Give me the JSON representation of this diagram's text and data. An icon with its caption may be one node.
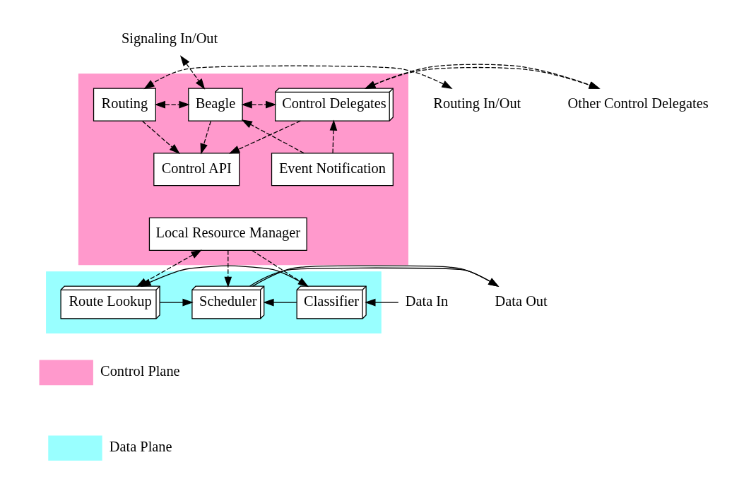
{
  "diagram": {
    "nodes": [
      {
        "text": [],
        "shape": "box"
      },
      {
        "text": [],
        "shape": "box"
      },
      {
        "text": [
          "Routing In/Out"
        ]
      },
      {
        "text": [
          "Signaling In/Out"
        ]
      },
      {
        "text": [
          "Other Control Delegates"
        ]
      },
      {
        "text": [
          "Routing"
        ],
        "in": 0
      },
      {
        "text": [
          "Beagle"
        ],
        "in": 0
      },
      {
        "text": [
          "Control Delegates"
        ],
        "in": 0
      },
      {
        "text": [
          "Control API"
        ],
        "in": 0
      },
      {
        "text": [
          "Event Notification"
        ],
        "in": 0
      },
      {
        "text": [
          "Local Resource Manager"
        ],
        "in": 0
      },
      {
        "text": [
          "Classifier"
        ],
        "in": 1
      },
      {
        "text": [
          "Route Lookup"
        ],
        "in": 1
      },
      {
        "text": [
          "Scheduler"
        ],
        "in": 1
      },
      {
        "text": [
          "Data In"
        ]
      },
      {
        "text": [
          "Data Out"
        ]
      }
    ],
    "edges": [
      {
        "from": 2,
        "to": 5,
        "arrow": "both",
        "style": "dashed"
      },
      {
        "from": 5,
        "to": 6,
        "arrow": "both",
        "style": "dashed"
      },
      {
        "from": 6,
        "to": 7,
        "arrow": "both",
        "style": "dashed"
      },
      {
        "from": 7,
        "to": 4,
        "arrow": "both",
        "style": "dashed"
      },
      {
        "from": 3,
        "to": 6,
        "arrow": "both",
        "style": "dashed"
      },
      {
        "from": 5,
        "to": 8,
        "arrow": "to",
        "style": "dashed"
      },
      {
        "from": 6,
        "to": 8,
        "arrow": "to",
        "style": "dashed"
      },
      {
        "from": 7,
        "to": 8,
        "arrow": "to",
        "style": "dashed"
      },
      {
        "from": 9,
        "to": 6,
        "arrow": "to",
        "style": "dashed"
      },
      {
        "from": 9,
        "to": 7,
        "arrow": "to",
        "style": "dashed"
      },
      {
        "from": 10,
        "to": 11,
        "arrow": "to",
        "style": "dashed"
      },
      {
        "from": 10,
        "to": 12,
        "arrow": "both",
        "style": "dashed"
      },
      {
        "from": 10,
        "to": 13,
        "arrow": "to",
        "style": "dashed"
      },
      {
        "from": 14,
        "to": 11,
        "arrow": "to"
      },
      {
        "from": 11,
        "to": 13,
        "arrow": "to"
      },
      {
        "from": 11,
        "to": 12,
        "arrow": "to"
      },
      {
        "from": 12,
        "to": 13,
        "arrow": "to"
      },
      {
        "from": 13,
        "to": 15,
        "arrow": "to"
      }
    ],
    "legend": [
      {
        "text": "Control Plane",
        "color": "#ff99cc"
      },
      {
        "text": "Data Plane",
        "color": "#99ffff"
      }
    ]
  }
}
